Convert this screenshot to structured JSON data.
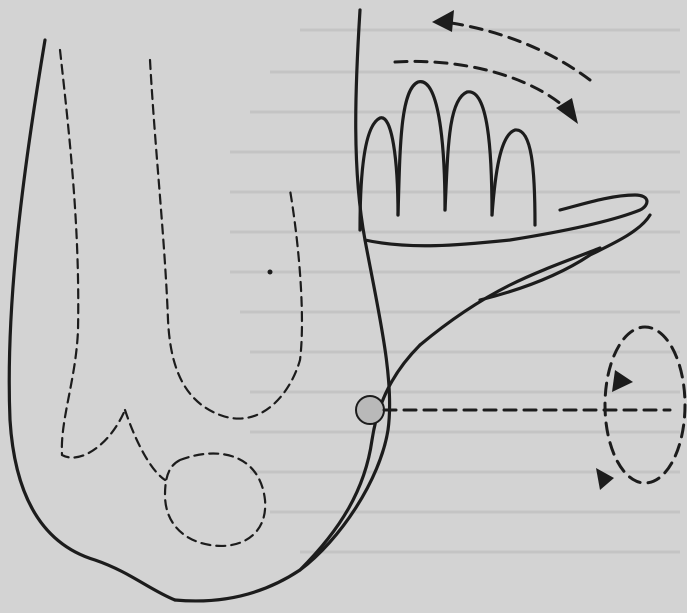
{
  "figure": {
    "subject": "palpation-point-on-wrist",
    "components": [
      "forearm-outline",
      "hand-outline",
      "bone-outlines",
      "palpation-point",
      "flexion-extension-arrows",
      "rotation-arrows"
    ]
  },
  "colors": {
    "background": "#d3d3d3",
    "line": "#1c1c1c",
    "point_fill": "#b9b9b9",
    "bleed_text": "#b9b9b9"
  }
}
